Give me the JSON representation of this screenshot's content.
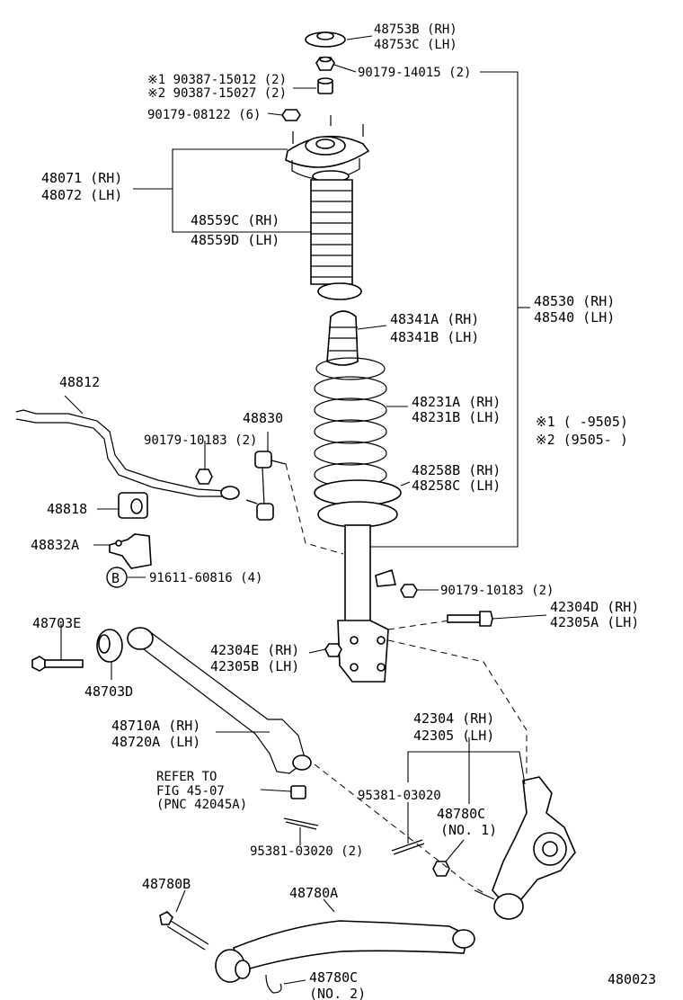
{
  "diagram_id": "480023",
  "legend": {
    "note1": "※1 (        -9505)",
    "note2": "※2 (9505-        )"
  },
  "labels": {
    "l_48753": [
      "48753B (RH)",
      "48753C (LH)"
    ],
    "l_90179_14015": "90179-14015 (2)",
    "l_90387": [
      "※1 90387-15012 (2)",
      "※2 90387-15027 (2)"
    ],
    "l_90179_08122": "90179-08122 (6)",
    "l_48071": [
      "48071 (RH)",
      "48072 (LH)"
    ],
    "l_48559": [
      "48559C (RH)",
      "48559D (LH)"
    ],
    "l_48530": [
      "48530 (RH)",
      "48540 (LH)"
    ],
    "l_48341": [
      "48341A (RH)",
      "48341B (LH)"
    ],
    "l_48812": "48812",
    "l_48231": [
      "48231A (RH)",
      "48231B (LH)"
    ],
    "l_48830": "48830",
    "l_90179_10183_a": "90179-10183 (2)",
    "l_48258": [
      "48258B (RH)",
      "48258C (LH)"
    ],
    "l_48818": "48818",
    "l_48832A": "48832A",
    "l_B": "B",
    "l_91611": "91611-60816 (4)",
    "l_90179_10183_b": "90179-10183 (2)",
    "l_48703E": "48703E",
    "l_42304D": [
      "42304D (RH)",
      "42305A (LH)"
    ],
    "l_42304E": [
      "42304E (RH)",
      "42305B (LH)"
    ],
    "l_48703D": "48703D",
    "l_42304": [
      "42304 (RH)",
      "42305 (LH)"
    ],
    "l_48710A": [
      "48710A (RH)",
      "48720A (LH)"
    ],
    "l_refer": [
      "REFER TO",
      "FIG 45-07",
      "(PNC 42045A)"
    ],
    "l_95381_a": "95381-03020",
    "l_48780C_1": [
      "48780C",
      "(NO. 1)"
    ],
    "l_95381_b": "95381-03020 (2)",
    "l_48780B": "48780B",
    "l_48780A": "48780A",
    "l_48780C_2": [
      "48780C",
      "(NO. 2)"
    ]
  }
}
